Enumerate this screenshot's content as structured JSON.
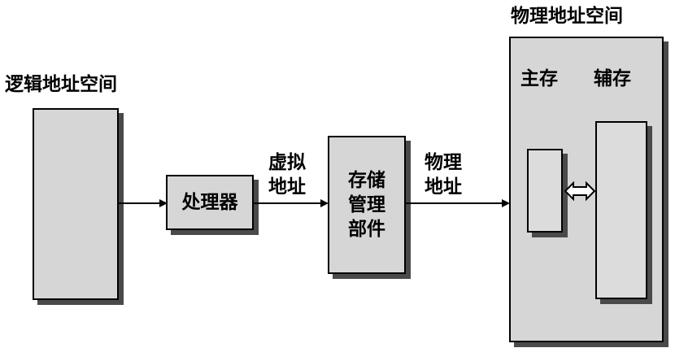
{
  "logical_space": {
    "title": "逻辑地址空间"
  },
  "processor": {
    "label": "处理器"
  },
  "virtual_address": {
    "line1": "虚拟",
    "line2": "地址"
  },
  "mmu": {
    "line1": "存储",
    "line2": "管理",
    "line3": "部件"
  },
  "physical_address": {
    "line1": "物理",
    "line2": "地址"
  },
  "physical_space": {
    "title": "物理地址空间",
    "main_memory_label": "主存",
    "secondary_storage_label": "辅存"
  }
}
